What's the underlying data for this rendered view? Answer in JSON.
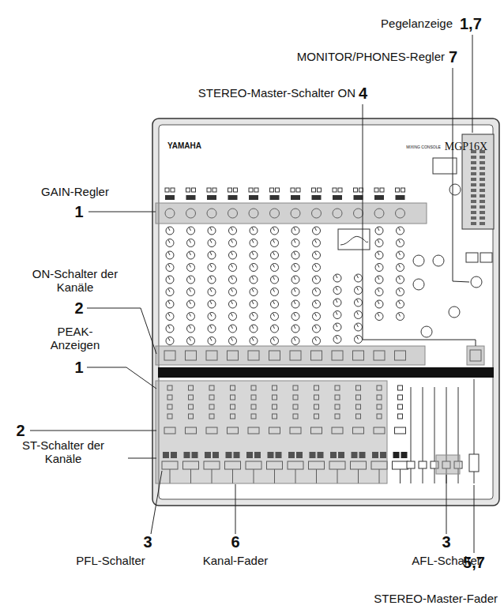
{
  "diagram": {
    "labels": [
      "Pegelanzeige",
      "1,7",
      "MONITOR/PHONES-Regler",
      "7",
      "STEREO-Master-Schalter ON",
      "4",
      "YAMAHA",
      "MIXING CONSOLE",
      "MGP16X",
      "GAIN-Regler",
      "1",
      "ON-Schalter der Kanäle",
      "2",
      "PEAK-Anzeigen",
      "1",
      "2",
      "ST-Schalter der Kanäle",
      "3",
      "PFL-Schalter",
      "6",
      "Kanal-Fader",
      "3",
      "AFL-Schalter",
      "5,7",
      "STEREO-Master-Fader"
    ]
  }
}
